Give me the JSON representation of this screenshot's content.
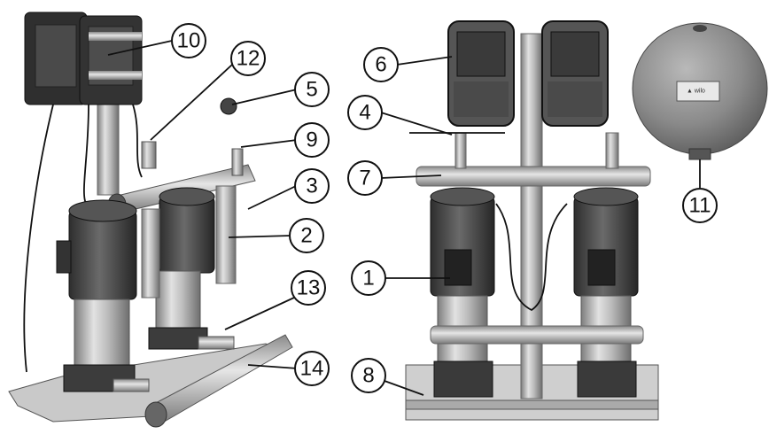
{
  "callouts": [
    {
      "id": "c10",
      "label": "10"
    },
    {
      "id": "c12",
      "label": "12"
    },
    {
      "id": "c5",
      "label": "5"
    },
    {
      "id": "c9",
      "label": "9"
    },
    {
      "id": "c3",
      "label": "3"
    },
    {
      "id": "c2",
      "label": "2"
    },
    {
      "id": "c13",
      "label": "13"
    },
    {
      "id": "c14",
      "label": "14"
    },
    {
      "id": "c6",
      "label": "6"
    },
    {
      "id": "c4",
      "label": "4"
    },
    {
      "id": "c7",
      "label": "7"
    },
    {
      "id": "c1",
      "label": "1"
    },
    {
      "id": "c8",
      "label": "8"
    },
    {
      "id": "c11",
      "label": "11"
    }
  ],
  "tank_label": "▲ wilo",
  "colors": {
    "steel": "#b8b8b8",
    "dark": "#3a3a3a",
    "tank": "#8a8a8a",
    "outline": "#111111"
  }
}
